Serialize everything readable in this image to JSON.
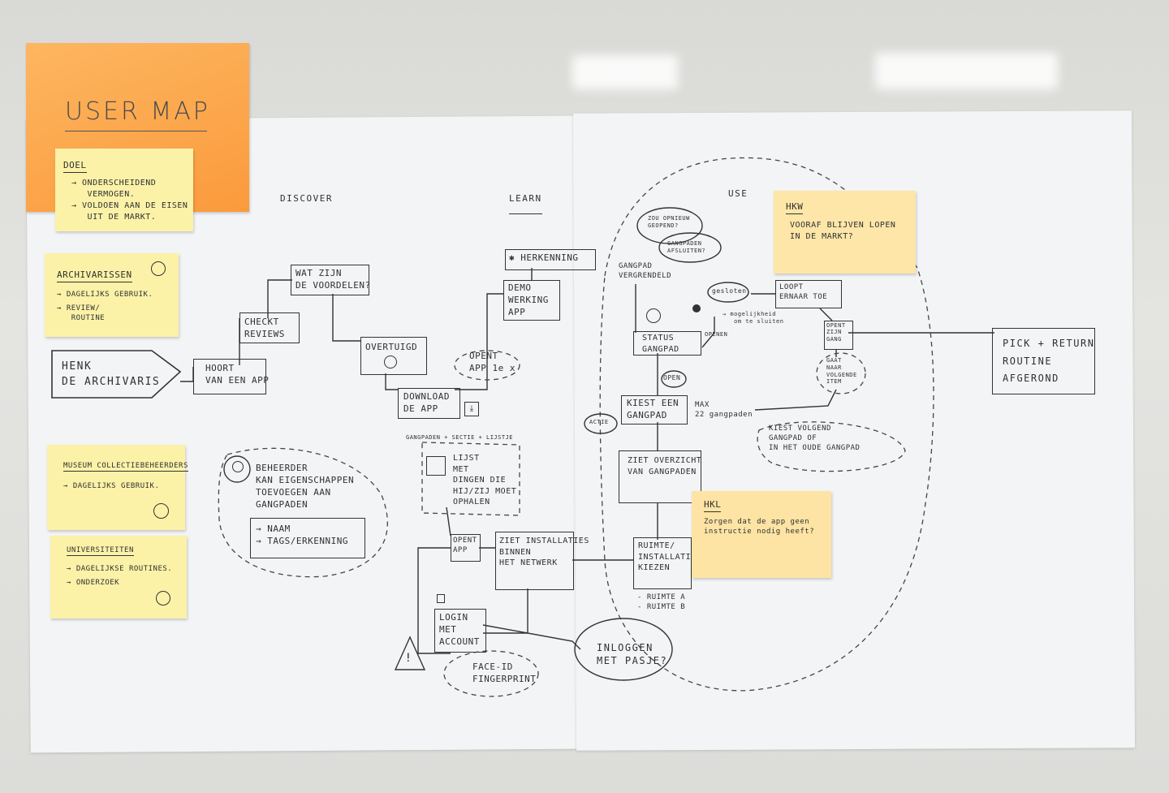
{
  "title": "USER MAP",
  "phases": {
    "discover": "DISCOVER",
    "learn": "LEARN",
    "use": "USE"
  },
  "notes": {
    "doel": {
      "heading": "DOEL",
      "line1": "→ ONDERSCHEIDEND\n   VERMOGEN.",
      "line2": "→ VOLDOEN AAN DE EISEN\n   UIT DE MARKT."
    },
    "archivarissen": {
      "heading": "ARCHIVARISSEN",
      "line1": "→ DAGELIJKS GEBRUIK.",
      "line2": "→ REVIEW/\n   ROUTINE"
    },
    "museum": {
      "heading": "MUSEUM COLLECTIEBEHEERDERS",
      "line1": "→ DAGELIJKS GEBRUIK."
    },
    "universiteiten": {
      "heading": "UNIVERSITEITEN",
      "line1": "→ DAGELIJKSE ROUTINES.",
      "line2": "→ ONDERZOEK"
    },
    "hkw": {
      "heading": "HKW",
      "body": "VOORAF BLIJVEN LOPEN\nIN DE MARKT?"
    },
    "hkl": {
      "heading": "HKL",
      "body": "Zorgen dat de app geen\ninstructie nodig heeft?"
    }
  },
  "nodes": {
    "persona": "HENK\nDE ARCHIVARIS",
    "hoort": "HOORT\nVAN EEN APP",
    "checkt": "CHECKT\nREVIEWS",
    "voordelen": "WAT ZIJN\nDE VOORDELEN?",
    "overtuigd": "OVERTUIGD",
    "download": "DOWNLOAD\nDE APP",
    "opent1": "OPENT\nAPP 1e x",
    "herkenning": "✱ HERKENNING",
    "demo": "DEMO\nWERKING\nAPP",
    "beheerder": "BEHEERDER\nKAN EIGENSCHAPPEN\nTOEVOEGEN AAN\nGANGPADEN",
    "beheerder_list": "→ NAAM\n→ TAGS/ERKENNING",
    "lijst_note": "GANGPADEN + SECTIE + LIJSTJE",
    "lijst": "LIJST\nMET\nDINGEN DIE\nHIJ/ZIJ MOET\nOPHALEN",
    "opent": "OPENT\nAPP",
    "ziet_installaties": "ZIET INSTALLATIES\nBINNEN\nHET NETWERK",
    "login": "LOGIN\nMET\nACCOUNT",
    "face_id": "FACE-ID\nFINGERPRINT",
    "inloggen": "INLOGGEN\nMET PASJE?",
    "gangpad_vergrendeld": "GANGPAD\nVERGRENDELD",
    "status": "STATUS\nGANGPAD",
    "openen": "OPENEN",
    "open": "OPEN",
    "kiest": "KIEST EEN\nGANGPAD",
    "max": "MAX\n22 gangpaden",
    "actie": "ACTIE",
    "ziet_overzicht": "ZIET OVERZICHT\nVAN GANGPADEN",
    "ruimte": "RUIMTE/\nINSTALLATIE\nKIEZEN",
    "ruimte_list": "- RUIMTE A\n- RUIMTE B",
    "gesloten": "gesloten",
    "loopt": "LOOPT\nERNAAR TOE",
    "mogelijkheid": "→ mogelijkheid\n   om te sluiten",
    "opent_ijn": "OPENT\nZIJN\nGANG",
    "gaat_volgende": "GAAT\nNAAR\nVOLGENDE\nITEM",
    "kiest_volgend": "KIEST VOLGEND\nGANGPAD OF\nIN HET OUDE GANGPAD",
    "pick_return": "PICK + RETURN\nROUTINE\nAFGEROND",
    "bubble_open": "ZOU OPNIEUW\nGEOPEND?",
    "bubble_afsluiten": "GANGPADEN\nAFSLUITEN?"
  },
  "colors": {
    "orange": "#fb9a3c",
    "yellow": "#fbf2a8",
    "paper": "#f3f4f5",
    "ink": "#333333"
  }
}
